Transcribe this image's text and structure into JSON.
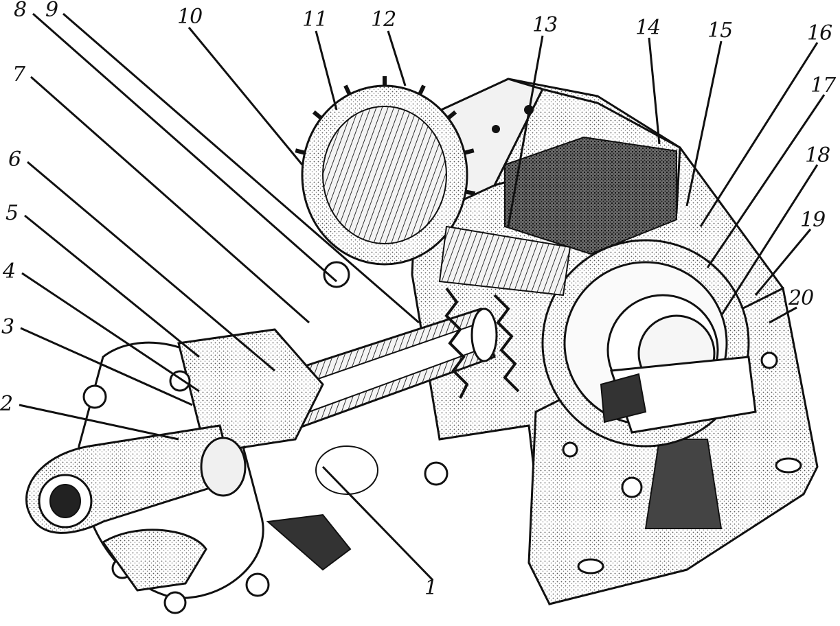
{
  "labels": [
    {
      "id": "1",
      "text": "1"
    },
    {
      "id": "2",
      "text": "2"
    },
    {
      "id": "3",
      "text": "3"
    },
    {
      "id": "4",
      "text": "4"
    },
    {
      "id": "5",
      "text": "5"
    },
    {
      "id": "6",
      "text": "6"
    },
    {
      "id": "7",
      "text": "7"
    },
    {
      "id": "8",
      "text": "8"
    },
    {
      "id": "9",
      "text": "9"
    },
    {
      "id": "10",
      "text": "10"
    },
    {
      "id": "11",
      "text": "11"
    },
    {
      "id": "12",
      "text": "12"
    },
    {
      "id": "13",
      "text": "13"
    },
    {
      "id": "14",
      "text": "14"
    },
    {
      "id": "15",
      "text": "15"
    },
    {
      "id": "16",
      "text": "16"
    },
    {
      "id": "17",
      "text": "17"
    },
    {
      "id": "18",
      "text": "18"
    },
    {
      "id": "19",
      "text": "19"
    },
    {
      "id": "20",
      "text": "20"
    }
  ],
  "colors": {
    "ink": "#111111",
    "shade": "#8a8a8a",
    "paper": "#ffffff"
  }
}
